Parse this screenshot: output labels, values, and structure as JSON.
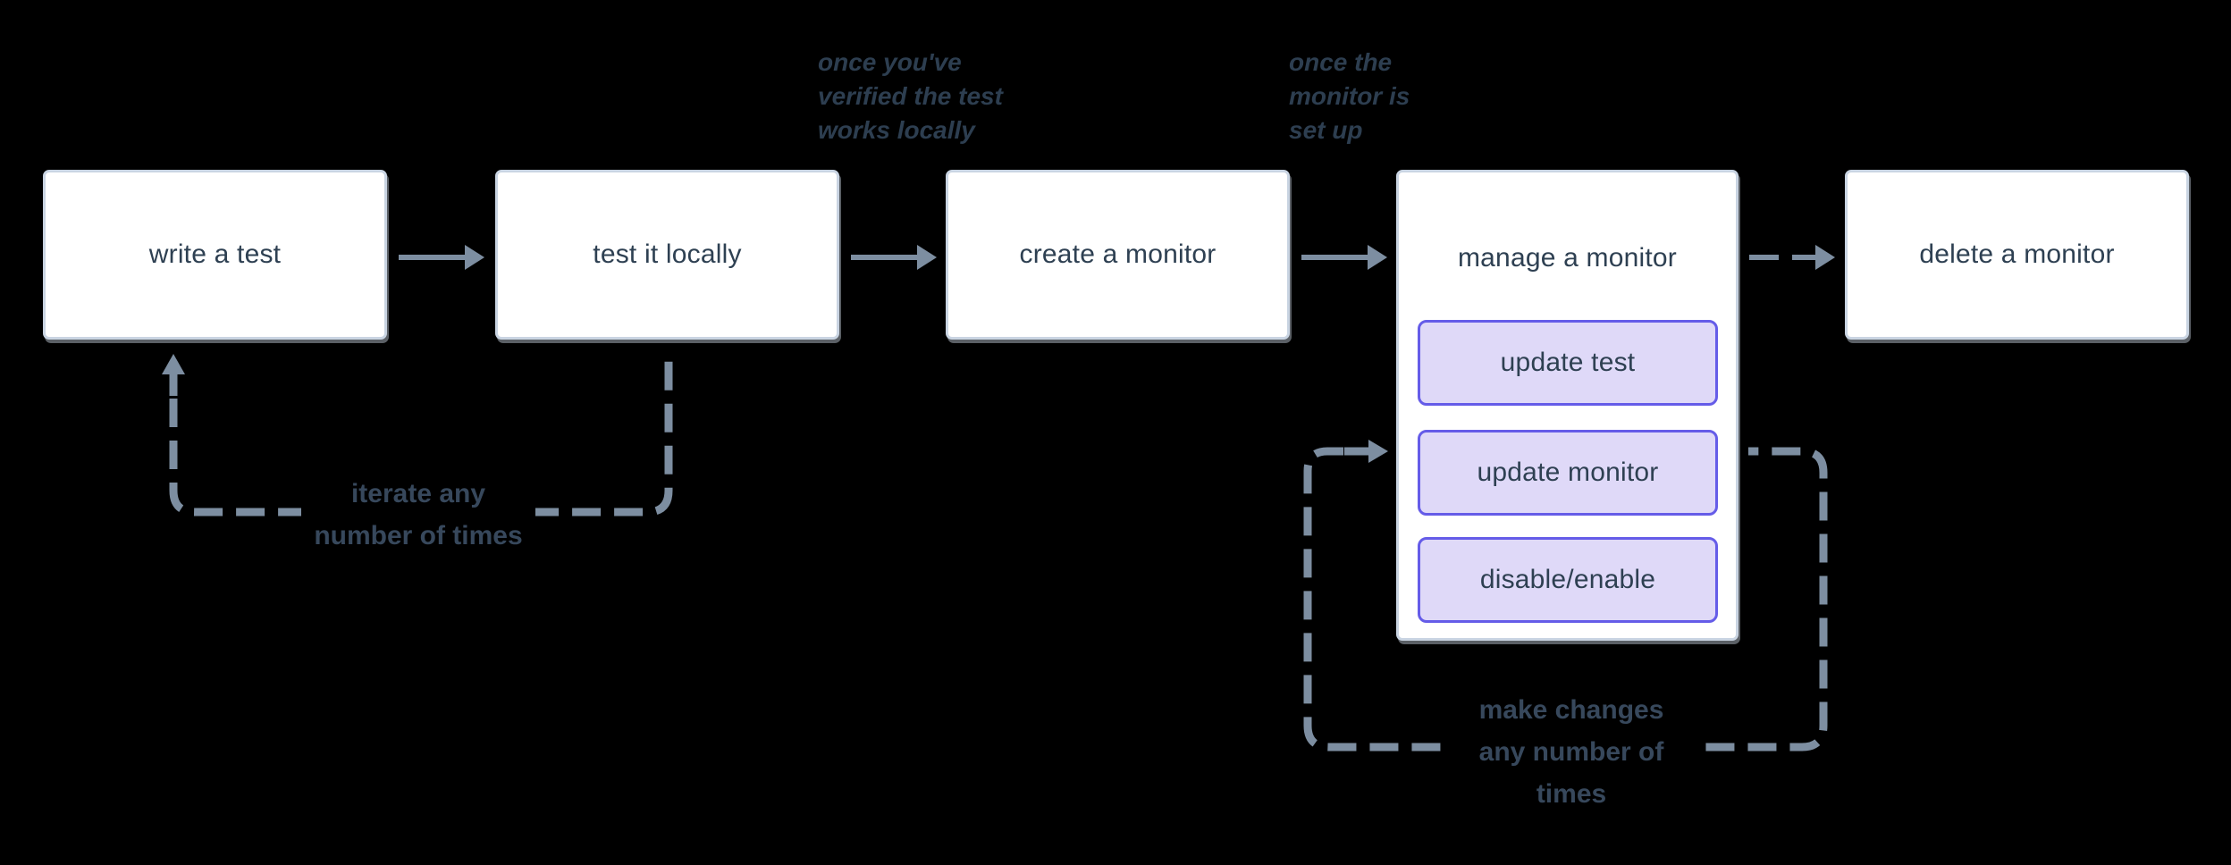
{
  "colors": {
    "background": "#000000",
    "node_bg": "#ffffff",
    "node_border": "#c9d4e2",
    "node_text": "#2e4052",
    "sub_bg": "#dfd9f8",
    "sub_border": "#655ce8",
    "arrow": "#7d8ea1",
    "annotation_text": "#2d3e50",
    "loop_text": "#37485c"
  },
  "nodes": [
    {
      "label": "write a test"
    },
    {
      "label": "test it locally"
    },
    {
      "label": "create a monitor"
    },
    {
      "label": "manage a monitor",
      "children": [
        {
          "label": "update test"
        },
        {
          "label": "update monitor"
        },
        {
          "label": "disable/enable"
        }
      ]
    },
    {
      "label": "delete a monitor"
    }
  ],
  "annotations": [
    {
      "lines": [
        "once you've",
        "verified the test",
        "works locally"
      ]
    },
    {
      "lines": [
        "once the",
        "monitor is",
        "set up"
      ]
    }
  ],
  "loop_labels": [
    {
      "lines": [
        "iterate any",
        "number of times"
      ]
    },
    {
      "lines": [
        "make changes",
        "any number of",
        "times"
      ]
    }
  ]
}
